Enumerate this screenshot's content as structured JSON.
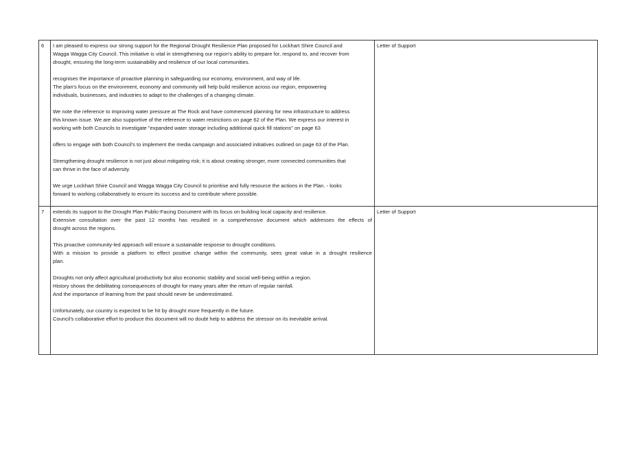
{
  "table": {
    "rows": [
      {
        "number": "6",
        "type": "Letter of Support",
        "paragraphs": [
          {
            "lines": [
              "I am pleased to express our strong support for the Regional Drought Resilience Plan proposed for Lockhart Shire Council and",
              "Wagga Wagga City Council. This initiative is vital in strengthening our region's ability to prepare for, respond to, and recover from",
              "drought, ensuring the long-term sustainability and resilience of our local communities."
            ]
          },
          {
            "lines": [
              "recognises the importance of proactive planning in safeguarding our economy, environment, and way of life.",
              "The plan's focus on the environment, economy and community will help build resilience across our region, empowering",
              "individuals, businesses, and industries to adapt to the challenges of a changing climate."
            ]
          },
          {
            "lines": [
              "We note the reference to improving water pressure at The Rock and have commenced planning for new infrastructure to address",
              "this known issue. We are also supportive of the reference to water restrictions on page 62 of the Plan. We express our interest in",
              "working with both Councils to investigate \"expanded water storage including additional quick fill stations\" on page 63"
            ]
          },
          {
            "lines": [
              "offers to engage with both Council's to implement the media campaign and associated initiatives outlined on page 63 of the Plan."
            ]
          },
          {
            "lines": [
              "Strengthening drought resilience is not just about mitigating risk; it is about creating stronger, more connected communities that",
              "can thrive in the face of adversity."
            ]
          },
          {
            "lines": [
              "We urge Lockhart Shire Council and Wagga Wagga City Council to prioritise and fully resource the actions in the Plan.  - looks",
              "forward to working collaboratively to ensure its success and to contribute where possible."
            ]
          }
        ]
      },
      {
        "number": "7",
        "type": "Letter of Support",
        "paragraphs": [
          {
            "lines": [
              "extends its support to the Drought Plan Public-Facing Document with its focus on building local capacity and resilience.",
              "Extensive consultation over the past 12 months has resulted in a comprehensive document which addresses the effects of",
              "drought across the regions."
            ]
          },
          {
            "lines": [
              "This proactive community-led approach will ensure a sustainable response to drought conditions.",
              "With a mission to provide a platform to effect positive change within the community, sees great value in a drought resilience",
              "plan."
            ]
          },
          {
            "lines": [
              "Droughts not only affect agricultural productivity but also economic stability and social well-being within a region.",
              "History shows the debilitating consequences of drought for many years after the return of regular rainfall.",
              "And the importance of learning from the past should never be underestimated."
            ]
          },
          {
            "lines": [
              "Unfortunately, our country is expected to be hit by drought more frequently in the future.",
              "Council's collaborative effort to produce this document will no doubt help to address the stressor on its inevitable arrival."
            ]
          }
        ]
      }
    ]
  }
}
